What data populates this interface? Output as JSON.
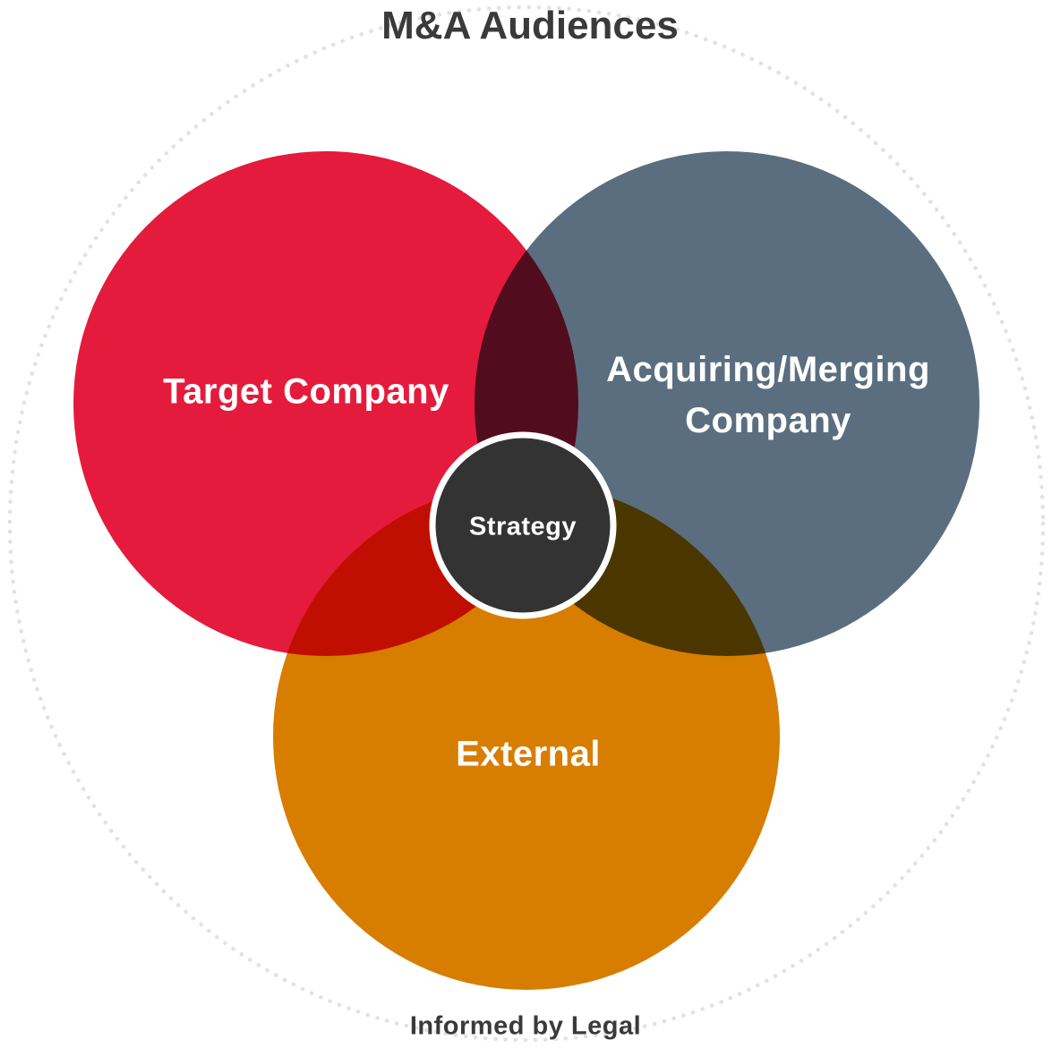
{
  "title": "M&A Audiences",
  "footer": "Informed by Legal",
  "colors": {
    "title_text": "#3a3a3a",
    "label_text": "#ffffff",
    "dotted_ring": "#e2e2e2",
    "background": "#ffffff"
  },
  "venn": {
    "overlap_blend": "multiply",
    "circles": [
      {
        "id": "target-company",
        "label": "Target Company",
        "color": "#e41b3c"
      },
      {
        "id": "acquiring-merging-company",
        "label": "Acquiring/Merging Company",
        "color": "#5a6e80"
      },
      {
        "id": "external",
        "label": "External",
        "color": "#d77d00"
      }
    ],
    "center": {
      "label": "Strategy",
      "color": "#333333",
      "ring_color": "#ffffff"
    }
  }
}
